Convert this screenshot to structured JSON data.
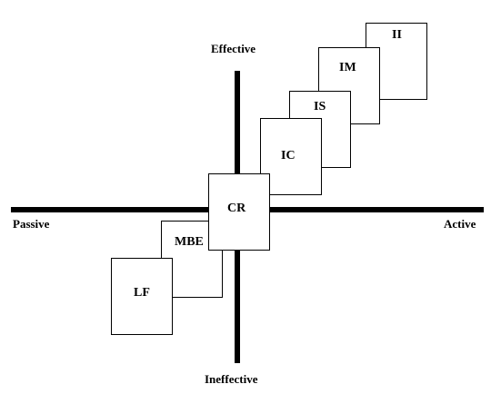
{
  "axes": {
    "top": "Effective",
    "bottom": "Ineffective",
    "left": "Passive",
    "right": "Active"
  },
  "boxes": {
    "ii": "II",
    "im": "IM",
    "is": "IS",
    "ic": "IC",
    "cr": "CR",
    "mbe": "MBE",
    "lf": "LF"
  }
}
